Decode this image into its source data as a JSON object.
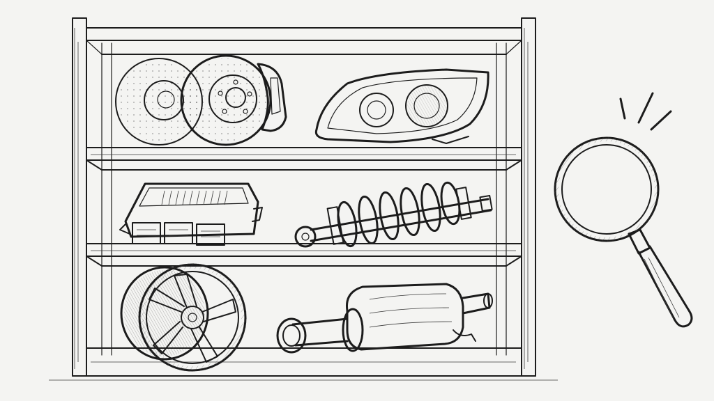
{
  "scene": {
    "paper_color": "#f4f4f2",
    "ink_color": "#1c1c1c",
    "objects": [
      {
        "name": "brake-discs-and-caliper",
        "shelf": 1,
        "position": "left"
      },
      {
        "name": "car-headlight",
        "shelf": 1,
        "position": "right"
      },
      {
        "name": "engine-control-unit",
        "shelf": 2,
        "position": "left"
      },
      {
        "name": "coilover-shock-absorber",
        "shelf": 2,
        "position": "right"
      },
      {
        "name": "alloy-wheel",
        "shelf": 3,
        "position": "left"
      },
      {
        "name": "exhaust-muffler",
        "shelf": 3,
        "position": "right"
      },
      {
        "name": "magnifying-glass",
        "shelf": 0,
        "position": "outside-right"
      }
    ]
  }
}
